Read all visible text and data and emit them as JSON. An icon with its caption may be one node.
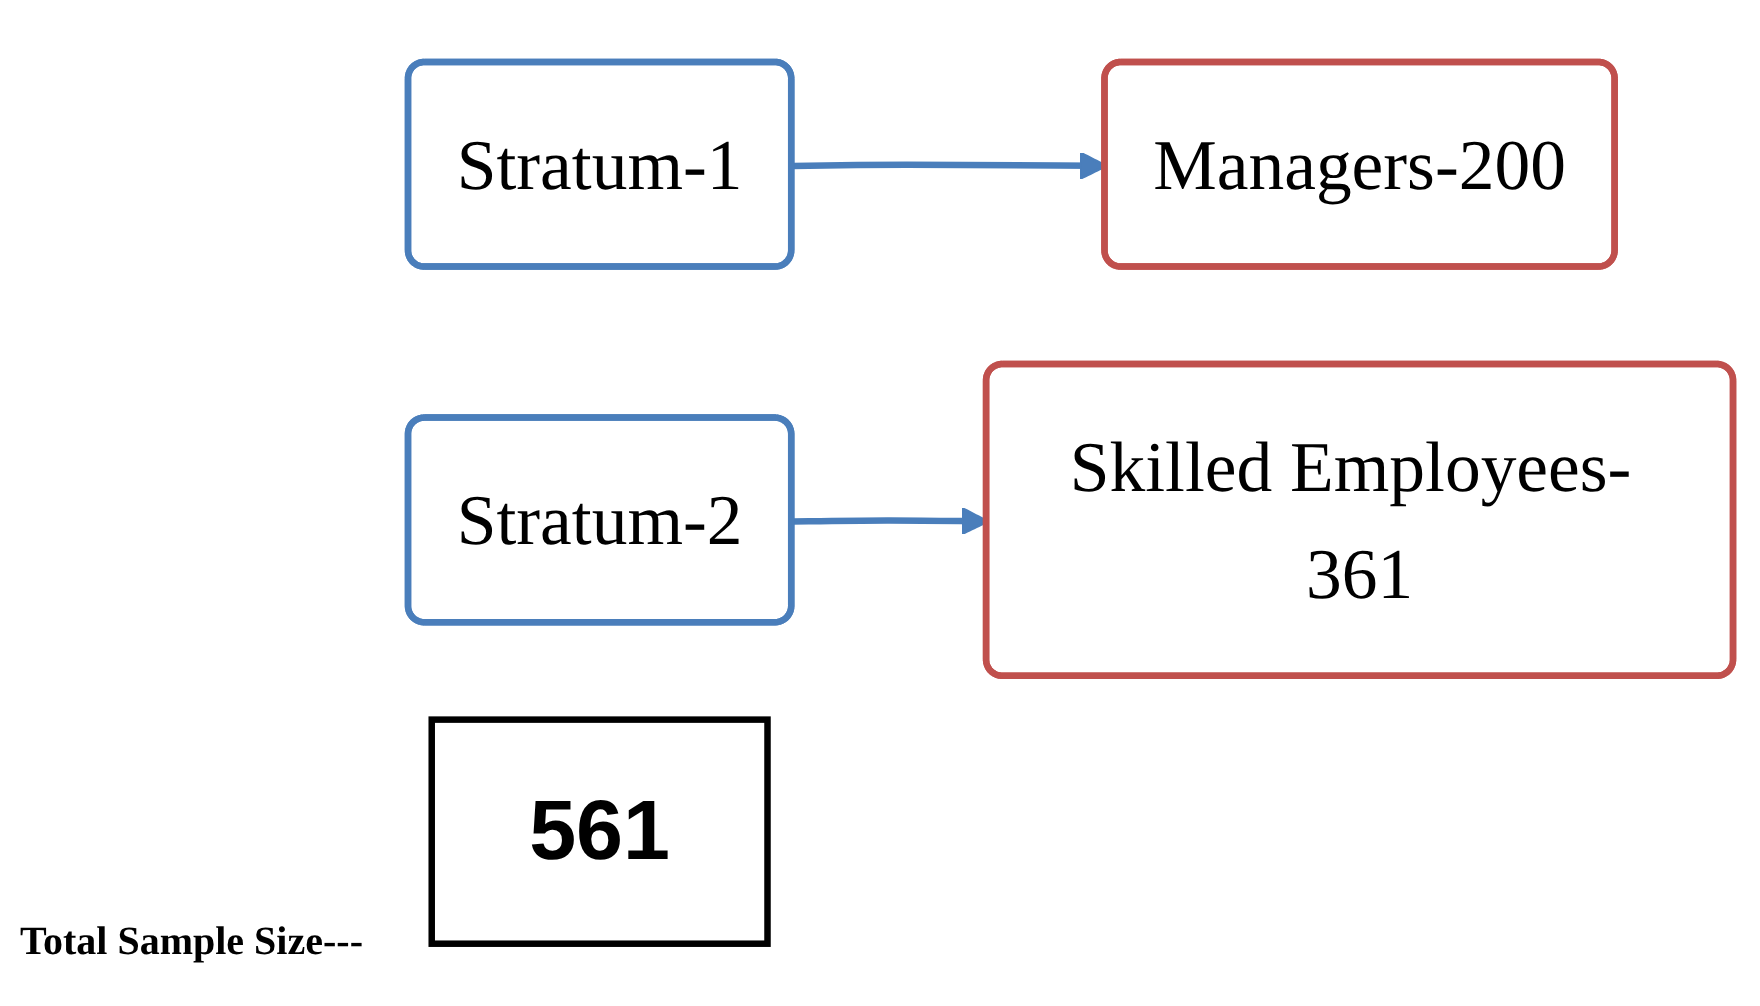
{
  "diagram": {
    "nodes": [
      {
        "text": [
          "Stratum-1"
        ]
      },
      {
        "text": [
          "Managers-200"
        ]
      },
      {
        "text": [
          "Stratum-2"
        ]
      },
      {
        "text": [
          "Skilled Employees- 361"
        ]
      },
      {
        "text": [
          "561"
        ]
      }
    ],
    "edges": [
      {
        "from": 0,
        "to": 1,
        "arrow": "to"
      },
      {
        "from": 2,
        "to": 3,
        "arrow": "to"
      }
    ],
    "labels": [
      "Total Sample Size---"
    ]
  }
}
